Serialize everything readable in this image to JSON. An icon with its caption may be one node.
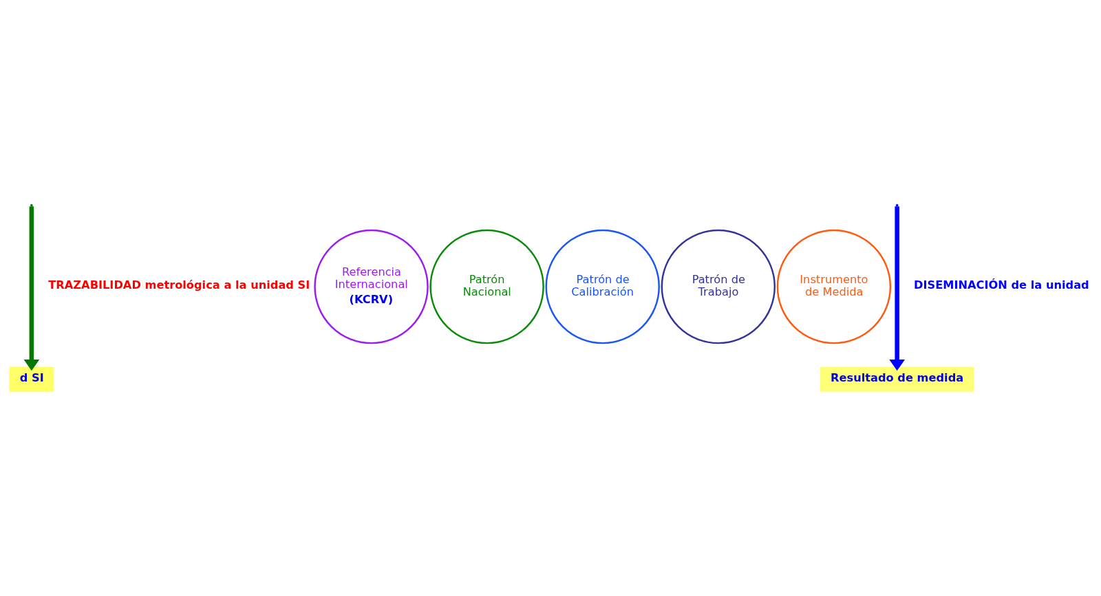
{
  "diagram": {
    "nodes": [
      {
        "text": [
          "d SI"
        ]
      },
      {
        "text": [
          "Referencia Internacional",
          "(KCRV)"
        ]
      },
      {
        "text": [
          "Patrón Nacional"
        ]
      },
      {
        "text": [
          "Patrón de Calibración"
        ]
      },
      {
        "text": [
          "Patrón de Trabajo"
        ]
      },
      {
        "text": [
          "Instrumento de Medida"
        ]
      },
      {
        "text": [
          "Resultado de medida"
        ]
      }
    ],
    "edges": [
      {
        "from": null,
        "to": 0,
        "arrow": "to",
        "color": "#027a02",
        "label": "TRAZABILIDAD metrológica a la unidad SI"
      },
      {
        "from": null,
        "to": 6,
        "arrow": "to",
        "color": "#0000ff",
        "label": "DISEMINACIÓN de la unidad"
      }
    ]
  }
}
